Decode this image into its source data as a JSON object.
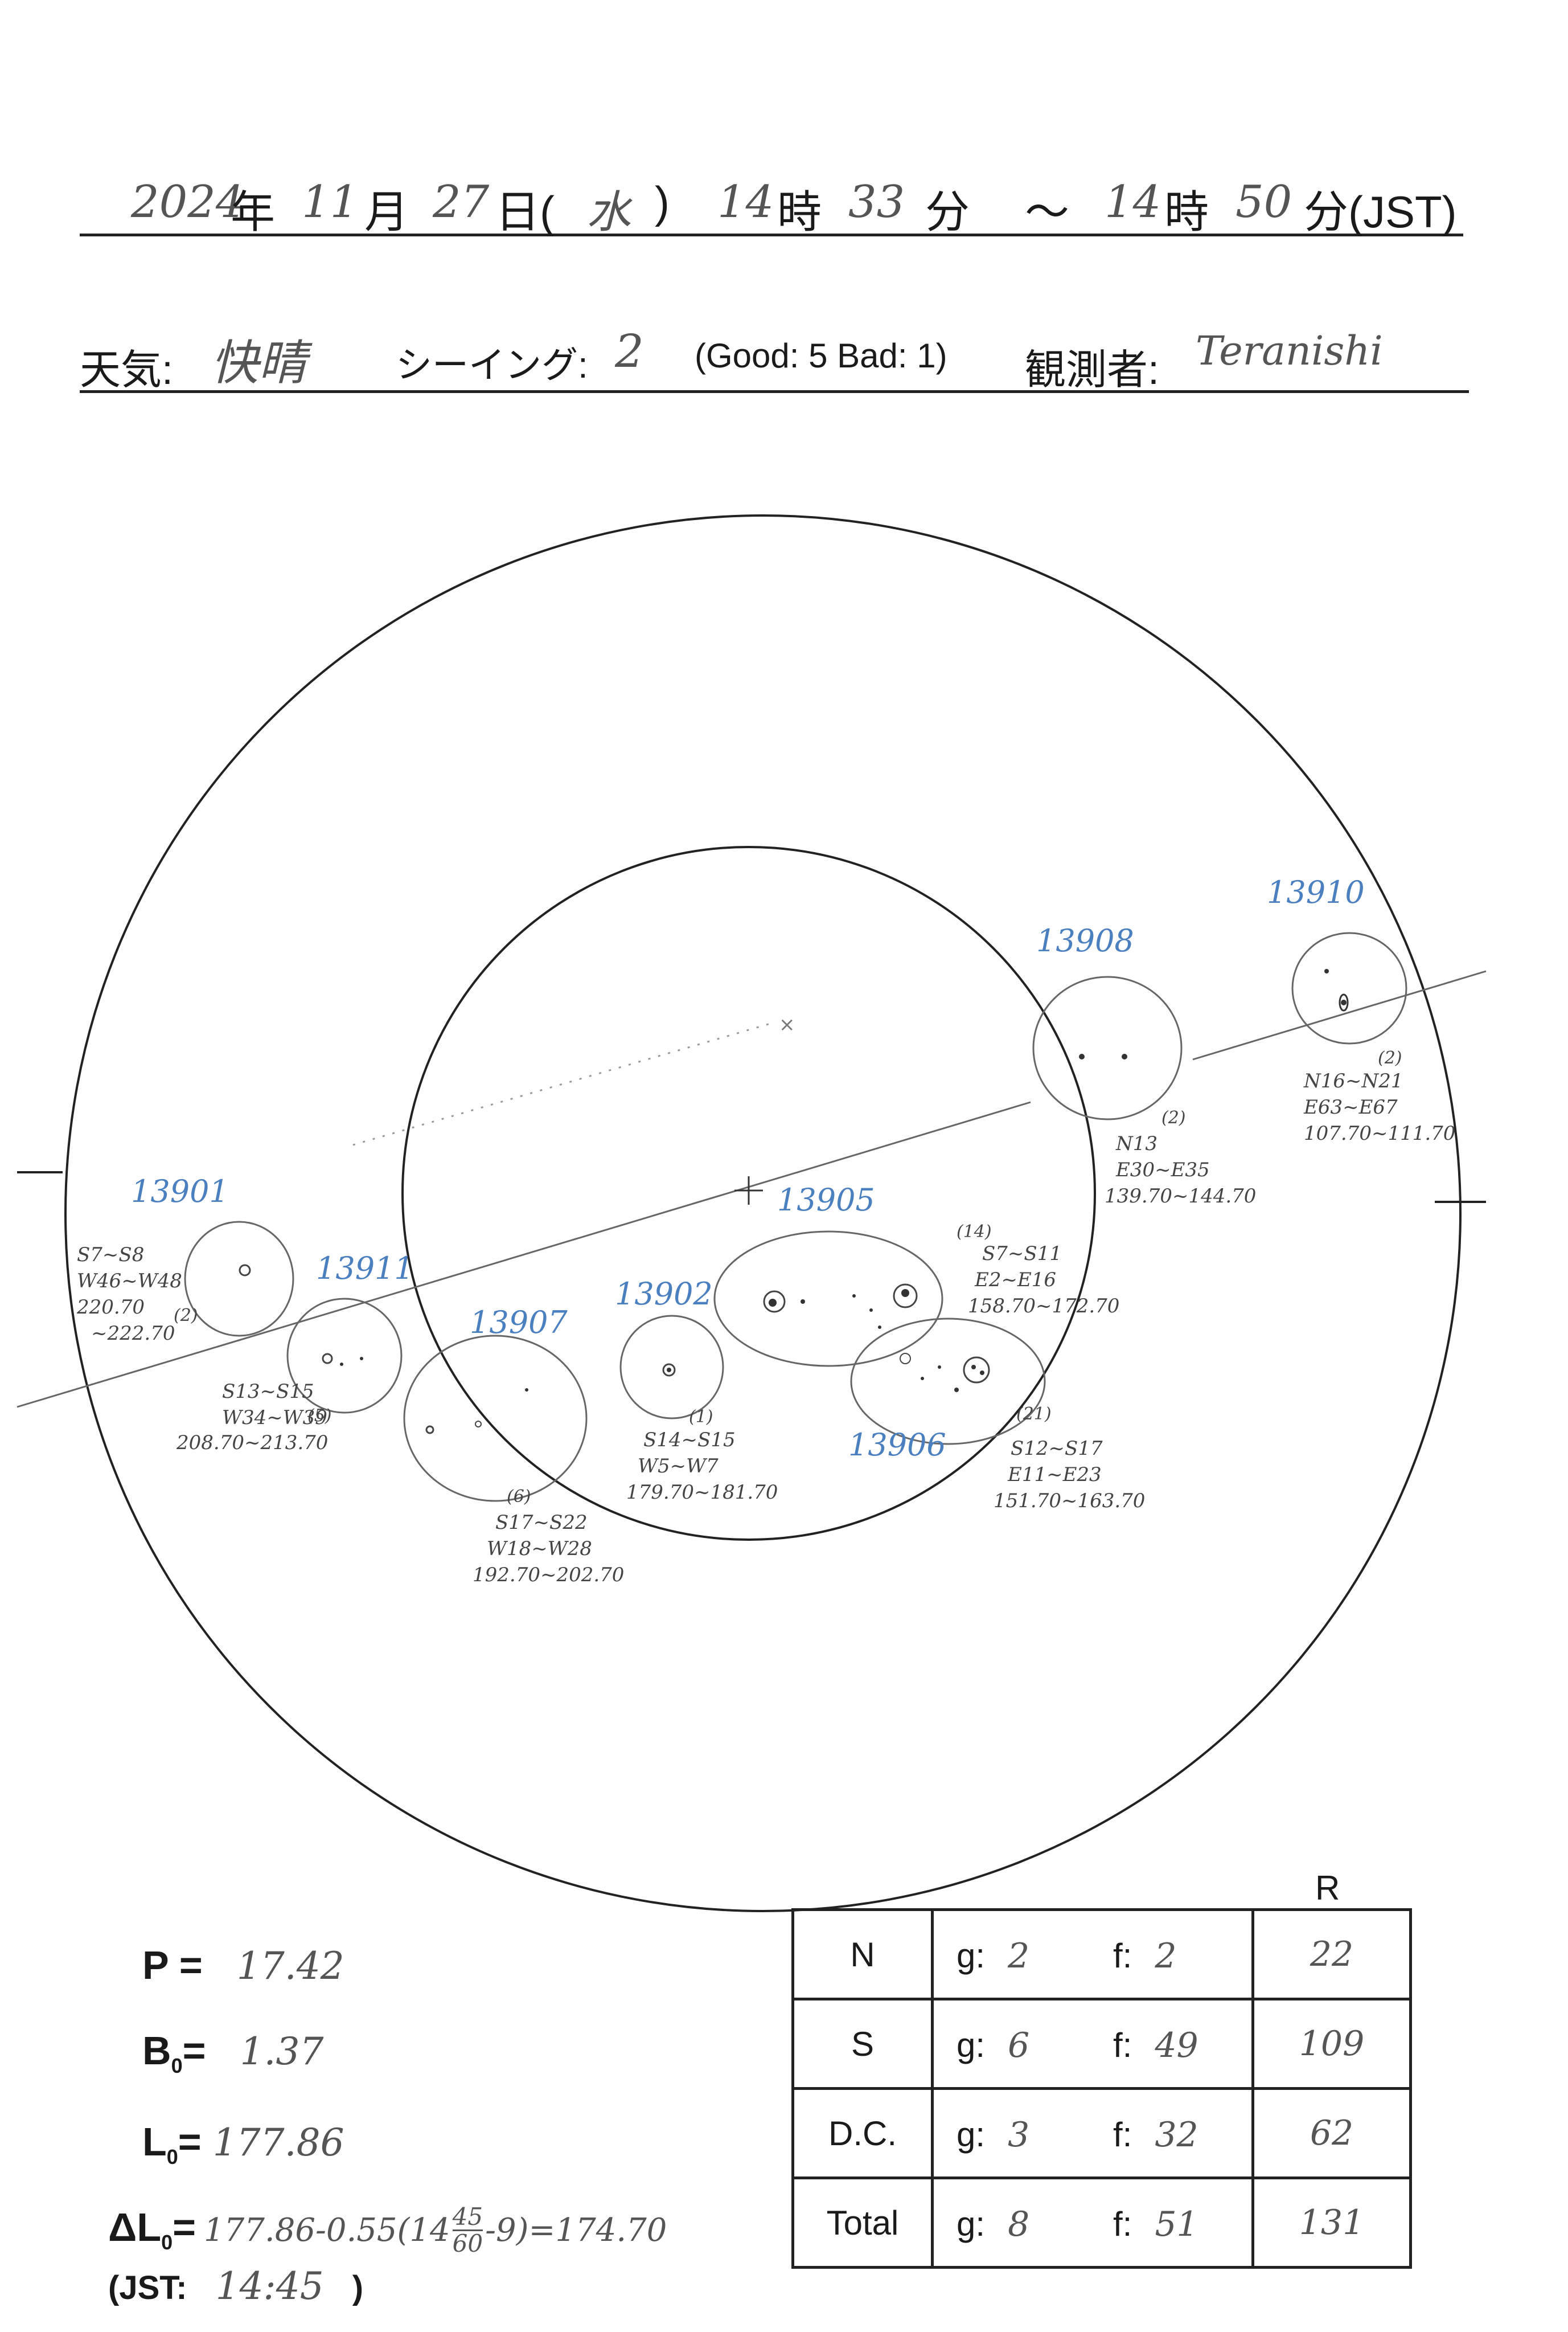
{
  "header": {
    "year": "2024",
    "year_unit": "年",
    "month": "11",
    "month_unit": "月",
    "day": "27",
    "day_unit": "日(",
    "weekday": "水",
    "close_paren": ")",
    "start_hour": "14",
    "hour_unit": "時",
    "start_min": "33",
    "min_unit": "分",
    "tilde": "～",
    "end_hour": "14",
    "hour_unit2": "時",
    "end_min": "50",
    "end_unit": "分(JST)"
  },
  "conditions": {
    "weather_label": "天気:",
    "weather_value": "快晴",
    "seeing_label": "シーイング:",
    "seeing_value": "2",
    "scale_note": "(Good: 5  Bad: 1)",
    "observer_label": "観測者:",
    "observer_value": "Teranishi"
  },
  "regions": [
    {
      "id": "13910",
      "count": "(2)",
      "lat": "N16~N21",
      "lon": "E63~E67",
      "range": "107.70~111.70"
    },
    {
      "id": "13908",
      "count": "(2)",
      "lat": "N13",
      "lon": "E30~E35",
      "range": "139.70~144.70"
    },
    {
      "id": "13901",
      "count": "(2)",
      "lat": "S7~S8",
      "lon": "W46~W48",
      "range": "220.70",
      "range2": "~222.70"
    },
    {
      "id": "13911",
      "count": "(5)",
      "lat": "S13~S15",
      "lon": "W34~W39",
      "range": "208.70~213.70"
    },
    {
      "id": "13907",
      "count": "(6)",
      "lat": "S17~S22",
      "lon": "W18~W28",
      "range": "192.70~202.70"
    },
    {
      "id": "13902",
      "count": "(1)",
      "lat": "S14~S15",
      "lon": "W5~W7",
      "range": "179.70~181.70"
    },
    {
      "id": "13905",
      "count": "(14)",
      "lat": "S7~S11",
      "lon": "E2~E16",
      "range": "158.70~172.70"
    },
    {
      "id": "13906",
      "count": "(21)",
      "lat": "S12~S17",
      "lon": "E11~E23",
      "range": "151.70~163.70"
    }
  ],
  "params": {
    "p_label": "P =",
    "p_value": "17.42",
    "b_label": "B",
    "b_sub": "0",
    "b_eq": "=",
    "b_value": "1.37",
    "l_label": "L",
    "l_sub": "0",
    "l_eq": "=",
    "l_value": "177.86",
    "dl_label": "ΔL",
    "dl_sub": "0",
    "dl_eq": "=",
    "dl_formula_a": "177.86-0.55(14",
    "dl_frac_num": "45",
    "dl_frac_den": "60",
    "dl_formula_b": "-9)=174.70",
    "jst_label": "(JST:",
    "jst_value": "14:45",
    "jst_close": ")"
  },
  "table": {
    "r_header": "R",
    "rows": [
      {
        "label": "N",
        "g": "2",
        "f": "2",
        "r": "22"
      },
      {
        "label": "S",
        "g": "6",
        "f": "49",
        "r": "109"
      },
      {
        "label": "D.C.",
        "g": "3",
        "f": "32",
        "r": "62"
      },
      {
        "label": "Total",
        "g": "8",
        "f": "51",
        "r": "131"
      }
    ],
    "g_prefix": "g:",
    "f_prefix": "f:"
  }
}
